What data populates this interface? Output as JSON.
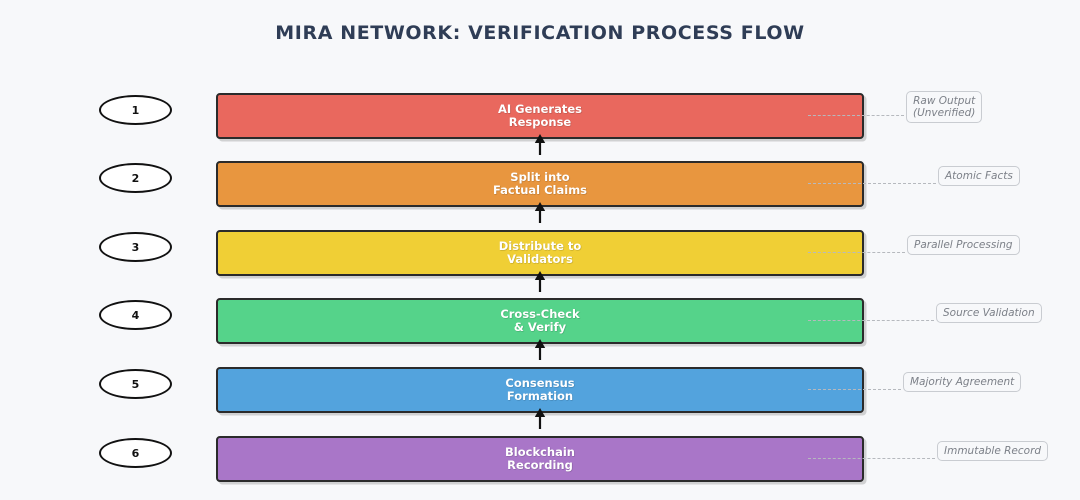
{
  "diagram": {
    "title": "MIRA NETWORK: VERIFICATION PROCESS FLOW",
    "background_color": "#f7f8fa",
    "title_color": "#2f3d56",
    "arrow_icon": "up-arrow-icon",
    "arrow_direction": "up",
    "arrow_count": 5,
    "steps": [
      {
        "number": "1",
        "label_line1": "AI Generates",
        "label_line2": "Response",
        "note_line1": "Raw Output",
        "note_line2": "(Unverified)",
        "color": "#e9685e"
      },
      {
        "number": "2",
        "label_line1": "Split into",
        "label_line2": "Factual Claims",
        "note_line1": "Atomic Facts",
        "note_line2": "",
        "color": "#e8963f"
      },
      {
        "number": "3",
        "label_line1": "Distribute to",
        "label_line2": "Validators",
        "note_line1": "Parallel Processing",
        "note_line2": "",
        "color": "#f0cf35"
      },
      {
        "number": "4",
        "label_line1": "Cross-Check",
        "label_line2": "& Verify",
        "note_line1": "Source Validation",
        "note_line2": "",
        "color": "#55d38a"
      },
      {
        "number": "5",
        "label_line1": "Consensus",
        "label_line2": "Formation",
        "note_line1": "Majority Agreement",
        "note_line2": "",
        "color": "#53a3dd"
      },
      {
        "number": "6",
        "label_line1": "Blockchain",
        "label_line2": "Recording",
        "note_line1": "Immutable Record",
        "note_line2": "",
        "color": "#a976c8"
      }
    ]
  }
}
